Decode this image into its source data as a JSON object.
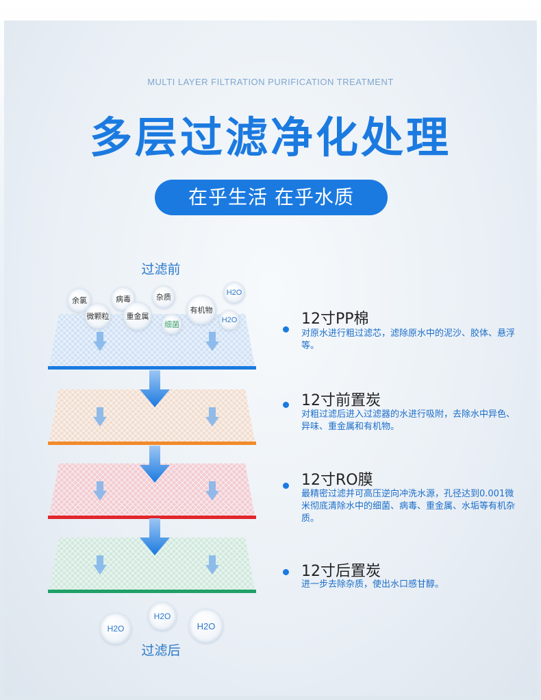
{
  "header": {
    "subtitle_en": "MULTI LAYER FILTRATION PURIFICATION TREATMENT",
    "title": "多层过滤净化处理",
    "slogan": "在乎生活 在乎水质"
  },
  "labels": {
    "before": "过滤前",
    "after": "过滤后"
  },
  "impurities": [
    "余氯",
    "病毒",
    "杂质",
    "H2O",
    "微颗粒",
    "重金属",
    "有机物",
    "细菌",
    "H2O"
  ],
  "clean_water": [
    "H2O",
    "H2O",
    "H2O"
  ],
  "layers": [
    {
      "title": "12寸PP棉",
      "desc": "对原水进行粗过滤芯，滤除原水中的泥沙、胶体、悬浮等。",
      "fill": "#cfe0f5",
      "bar": "#1b7ae0"
    },
    {
      "title": "12寸前置炭",
      "desc": "对粗过滤后进入过滤器的水进行吸附，去除水中异色、异味、重金属和有机物。",
      "fill": "#f1dccd",
      "bar": "#f28a2a"
    },
    {
      "title": "12寸RO膜",
      "desc": "最精密过滤并可高压逆向冲洗水源，孔径达到0.001微米彻底清除水中的细菌、病毒、重金属、水垢等有机杂质。",
      "fill": "#f2c9cf",
      "bar": "#e0262b"
    },
    {
      "title": "12寸后置炭",
      "desc": "进一步去除杂质，使出水口感甘醇。",
      "fill": "#cfe8dc",
      "bar": "#1fa067"
    }
  ],
  "colors": {
    "accent": "#1b7ae0"
  },
  "icons": [
    "down-arrow-icon",
    "bullet-dot-icon"
  ]
}
